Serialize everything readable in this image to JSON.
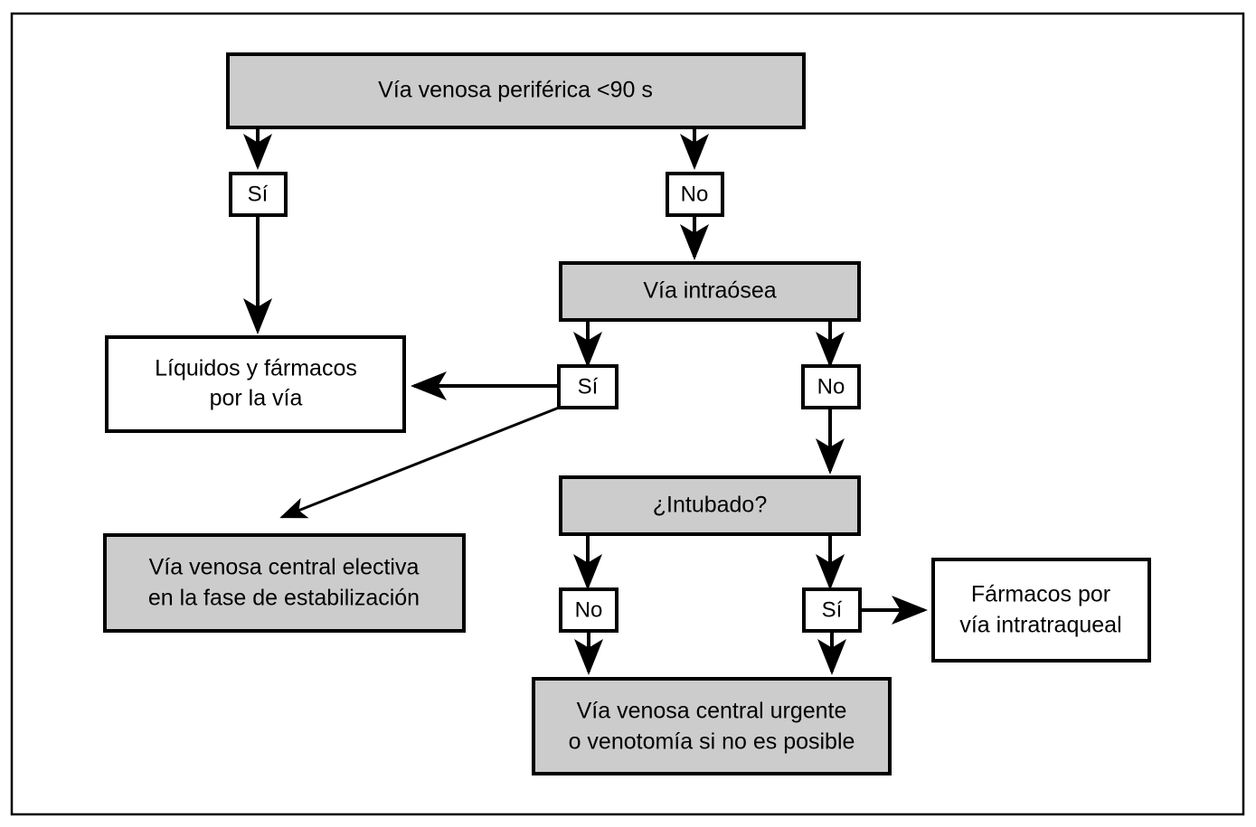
{
  "diagram": {
    "title_text": "",
    "colors": {
      "process_fill": "#cccccc",
      "plain_fill": "#ffffff",
      "stroke": "#000000",
      "background": "#ffffff"
    },
    "nodes": {
      "peripheral_line": {
        "line1": "Vía venosa periférica <90 s"
      },
      "fluids_drugs": {
        "line1": "Líquidos y fármacos",
        "line2": "por la vía"
      },
      "intraosseous": {
        "line1": "Vía intraósea"
      },
      "elective_central": {
        "line1": "Vía venosa central electiva",
        "line2": "en la fase de estabilización"
      },
      "intubated": {
        "line1": "¿Intubado?"
      },
      "intratracheal_drugs": {
        "line1": "Fármacos por",
        "line2": "vía intratraqueal"
      },
      "urgent_central": {
        "line1": "Vía venosa central urgente",
        "line2": "o venotomía si no es posible"
      }
    },
    "labels": {
      "peripheral_yes": "Sí",
      "peripheral_no": "No",
      "intraosseous_yes": "Sí",
      "intraosseous_no": "No",
      "intubated_no": "No",
      "intubated_yes": "Sí"
    }
  }
}
